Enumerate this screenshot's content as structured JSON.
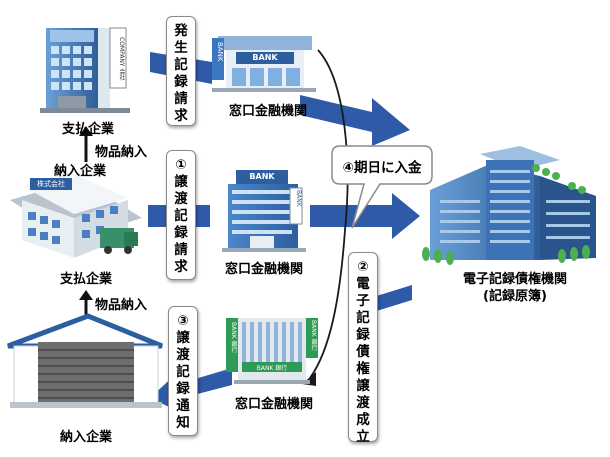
{
  "nodes": {
    "payer": {
      "label": "支払企業",
      "sign": "COMPANY 会社"
    },
    "intermediate_delivery": "納入企業",
    "supplier_top": {
      "label": "支払企業",
      "sign": "株式会社"
    },
    "supplier_bottom": {
      "label": "納入企業"
    },
    "bank_top": {
      "label": "窓口金融機関",
      "sign": "BANK",
      "side_sign": "BANK"
    },
    "bank_mid": {
      "label": "窓口金融機関",
      "sign": "BANK",
      "side_sign": "BANK"
    },
    "bank_bottom": {
      "label": "窓口金融機関",
      "sign": "BANK 銀行",
      "side_sign_left": "BANK 銀行",
      "side_sign_right": "BANK 銀行"
    },
    "registry": {
      "label_line1": "電子記録債権機関",
      "label_line2": "(記録原簿)"
    }
  },
  "edges": {
    "goods_delivery_top": "物品納入",
    "goods_delivery_bottom": "物品納入"
  },
  "boxes": {
    "issue_request": "発生記録請求",
    "transfer_request": {
      "num": "①",
      "text": "譲渡記録請求"
    },
    "transfer_notice": {
      "num": "③",
      "text": "譲渡記録通知"
    },
    "transfer_established": {
      "num": "②",
      "text": "電子記録債権譲渡成立"
    },
    "deposit": "④期日に入金"
  },
  "colors": {
    "arrow_blue": "#2e5aa8",
    "flow_black": "#1a1a1a",
    "building_blue": "#3b78c3",
    "bank_green": "#2f9a55"
  }
}
